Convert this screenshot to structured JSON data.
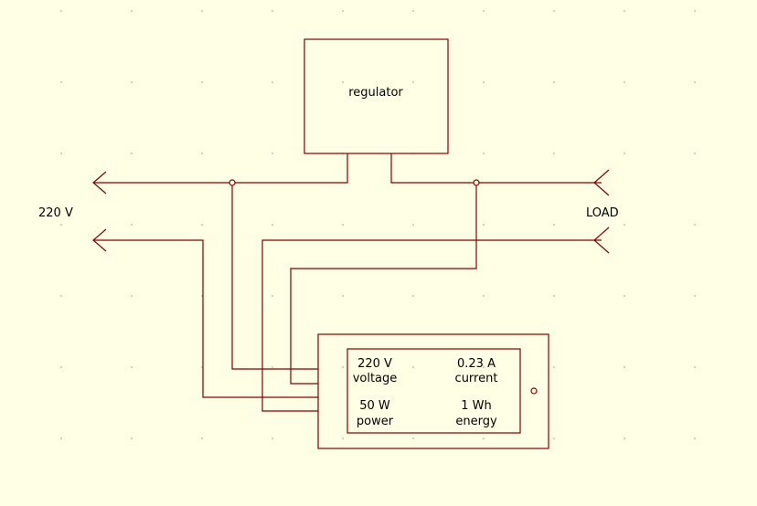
{
  "regulator": {
    "label": "regulator"
  },
  "source": {
    "label": "220 V"
  },
  "load": {
    "label": "LOAD"
  },
  "meter": {
    "voltage_value": "220 V",
    "voltage_name": "voltage",
    "current_value": "0.23 A",
    "current_name": "current",
    "power_value": "50 W",
    "power_name": "power",
    "energy_value": "1 Wh",
    "energy_name": "energy"
  },
  "colors": {
    "wire": "#800000",
    "background": "#ffffe6"
  }
}
